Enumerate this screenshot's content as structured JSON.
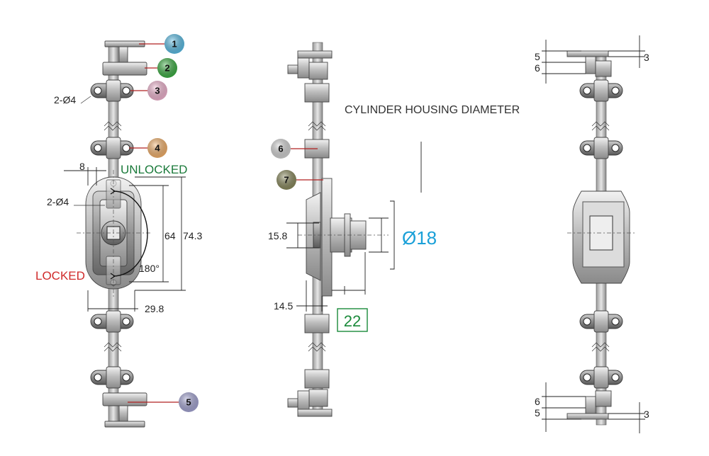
{
  "labels": {
    "cylinder_housing": "CYLINDER HOUSING DIAMETER",
    "unlocked": "UNLOCKED",
    "locked": "LOCKED",
    "hole_a": "2-Ø4",
    "hole_b": "2-Ø4",
    "angle": "180°"
  },
  "dimensions": {
    "d8": "8",
    "d64": "64",
    "d74_3": "74.3",
    "d29_8": "29.8",
    "d15_8": "15.8",
    "d14_5": "14.5",
    "d22": "22",
    "d18": "Ø18",
    "top_5": "5",
    "top_6": "6",
    "top_3": "3",
    "bot_6": "6",
    "bot_5": "5",
    "bot_3": "3"
  },
  "parts": [
    {
      "num": "1",
      "color": "#5bbfe8"
    },
    {
      "num": "2",
      "color": "#3cb043"
    },
    {
      "num": "3",
      "color": "#f4b6d2"
    },
    {
      "num": "4",
      "color": "#f7b36b"
    },
    {
      "num": "5",
      "color": "#a6a6d6"
    },
    {
      "num": "6",
      "color": "#d6d6d6"
    },
    {
      "num": "7",
      "color": "#8a8a5c"
    }
  ],
  "colors": {
    "unlocked": "#1a7a3a",
    "locked": "#d02a2a",
    "dia18": "#1aa0d8",
    "box22": "#1a8a3a",
    "leader": "#b02020"
  }
}
